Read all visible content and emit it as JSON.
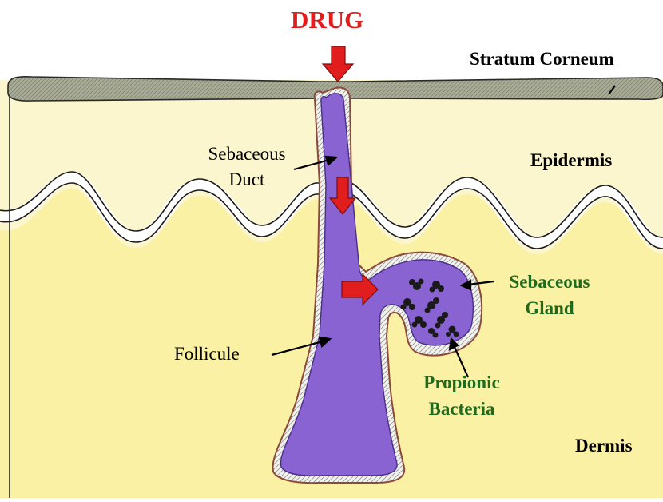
{
  "labels": {
    "drug": "DRUG",
    "stratum_corneum": "Stratum Corneum",
    "epidermis": "Epidermis",
    "dermis": "Dermis",
    "sebaceous_duct": [
      "Sebaceous",
      "Duct"
    ],
    "follicule": "Follicule",
    "sebaceous_gland": [
      "Sebaceous",
      "Gland"
    ],
    "propionic_bacteria": [
      "Propionic",
      "Bacteria"
    ]
  },
  "colors": {
    "stratum_corneum": "#a8ab96",
    "epidermis": "#fbf6cd",
    "dermis": "#faf1a4",
    "follicle_fill": "#8a63d2",
    "follicle_outline": "#8b4a3a",
    "arrow": "#e11d1d",
    "bacteria": "#1a1a1a",
    "green_text": "#1e6b1e",
    "red_text": "#e11d1d"
  }
}
